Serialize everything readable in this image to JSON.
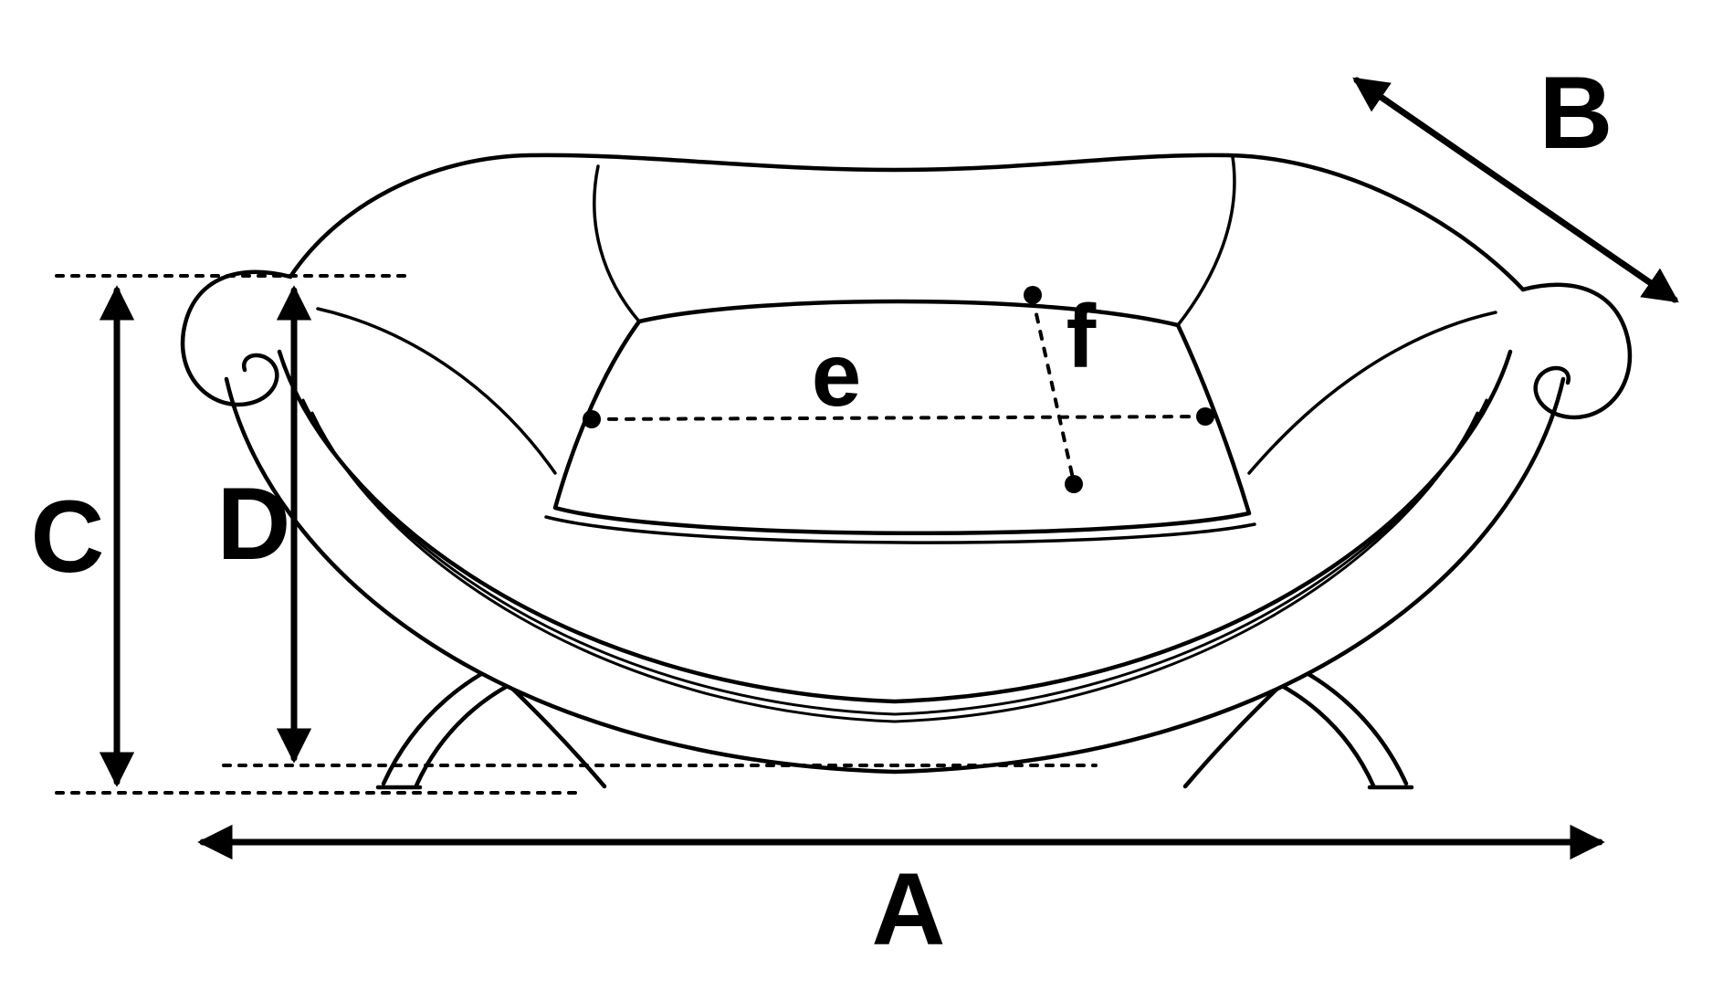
{
  "diagram": {
    "background_color": "#ffffff",
    "line_color": "#000000",
    "labels": {
      "a": "A",
      "b": "B",
      "c": "C",
      "d": "D",
      "e": "e",
      "f": "f"
    }
  }
}
